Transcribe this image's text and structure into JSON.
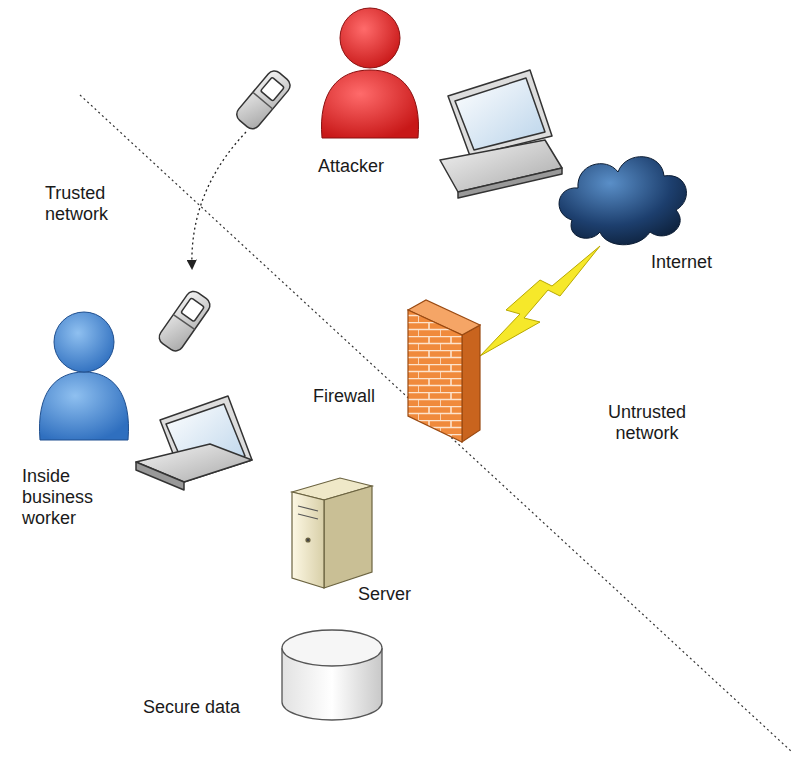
{
  "diagram": {
    "labels": [
      "Attacker",
      "Trusted network",
      "Internet",
      "Firewall",
      "Untrusted network",
      "Inside business worker",
      "Server",
      "Secure data"
    ]
  }
}
